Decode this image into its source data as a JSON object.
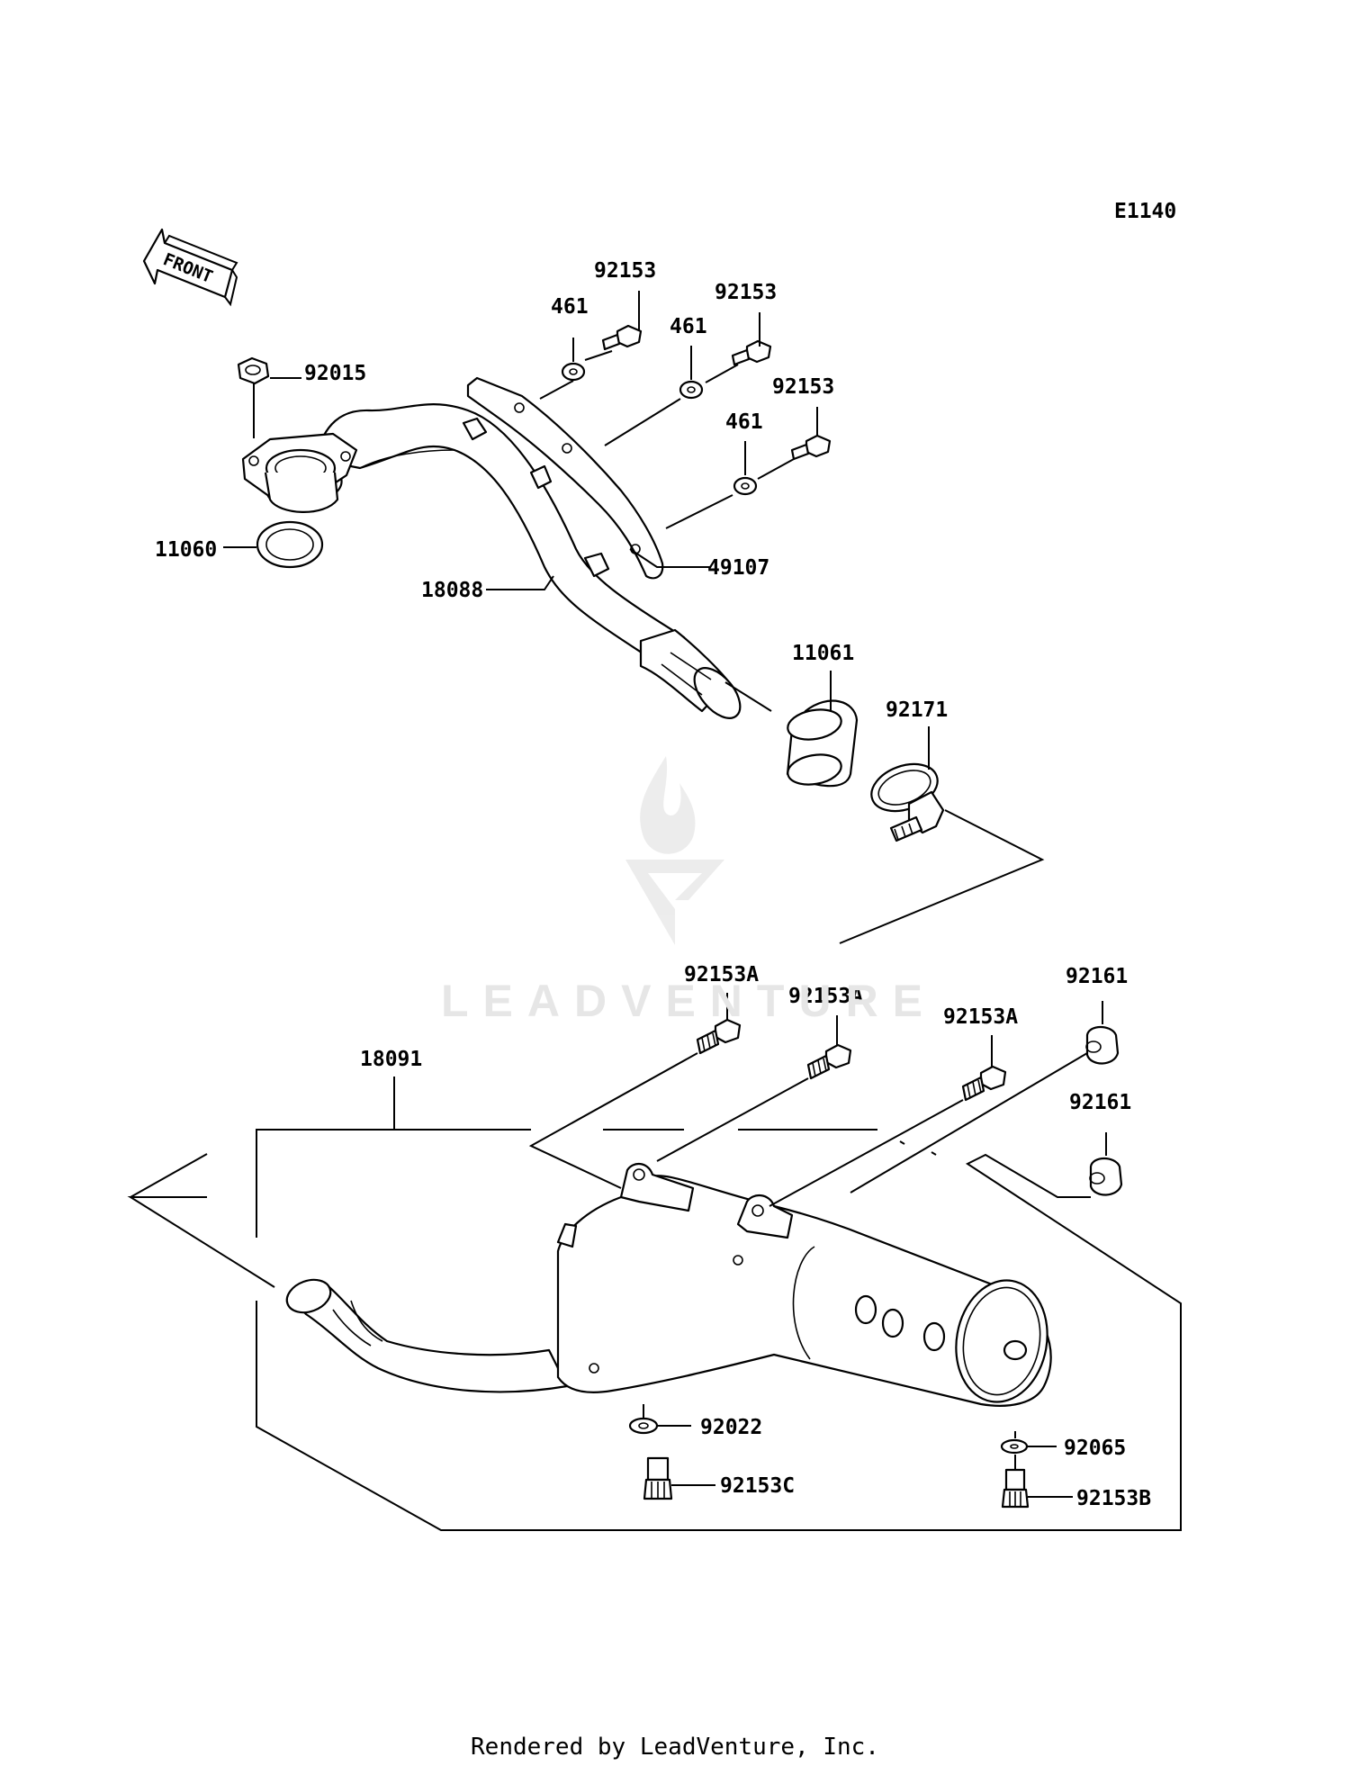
{
  "diagram": {
    "code": "E1140",
    "front_label": "FRONT",
    "watermark_text": "LEADVENTURE",
    "footer": "Rendered by LeadVenture, Inc.",
    "callouts": [
      {
        "id": "c92153a",
        "text": "92153"
      },
      {
        "id": "c461a",
        "text": "461"
      },
      {
        "id": "c92153b",
        "text": "92153"
      },
      {
        "id": "c461b",
        "text": "461"
      },
      {
        "id": "c92153c",
        "text": "92153"
      },
      {
        "id": "c461c",
        "text": "461"
      },
      {
        "id": "c92015",
        "text": "92015"
      },
      {
        "id": "c11060",
        "text": "11060"
      },
      {
        "id": "c49107",
        "text": "49107"
      },
      {
        "id": "c18088",
        "text": "18088"
      },
      {
        "id": "c11061",
        "text": "11061"
      },
      {
        "id": "c92171",
        "text": "92171"
      },
      {
        "id": "c92153A1",
        "text": "92153A"
      },
      {
        "id": "c92153A2",
        "text": "92153A"
      },
      {
        "id": "c92153A3",
        "text": "92153A"
      },
      {
        "id": "c92161a",
        "text": "92161"
      },
      {
        "id": "c92161b",
        "text": "92161"
      },
      {
        "id": "c18091",
        "text": "18091"
      },
      {
        "id": "c92022",
        "text": "92022"
      },
      {
        "id": "c92153C",
        "text": "92153C"
      },
      {
        "id": "c92065",
        "text": "92065"
      },
      {
        "id": "c92153B",
        "text": "92153B"
      }
    ]
  }
}
